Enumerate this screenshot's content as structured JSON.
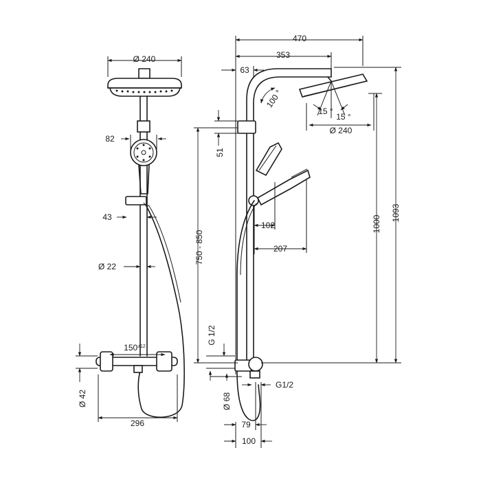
{
  "dimensions": {
    "head_diameter_front": "Ø 240",
    "handshower_width": "82",
    "riser_offset": "43",
    "riser_diameter": "Ø 22",
    "thermostat_spacing": "150",
    "thermostat_spacing_tol": "±12",
    "thermostat_height": "Ø 42",
    "thermostat_width": "296",
    "arm_length_total": "470",
    "arm_length": "353",
    "arm_offset": "63",
    "arm_angle": "100 °",
    "head_tilt_left": "15 °",
    "head_tilt_right": "15 °",
    "head_diameter_side": "Ø 240",
    "holder_height": "51",
    "handshower_depth_1": "102",
    "handshower_depth_2": "207",
    "adjust_range": "750 - 850",
    "height_1000": "1000",
    "height_1093": "1093",
    "connection_top": "G 1/2",
    "connection_side": "G1/2",
    "body_diameter": "Ø 68",
    "wall_offset_79": "79",
    "wall_offset_100": "100"
  }
}
